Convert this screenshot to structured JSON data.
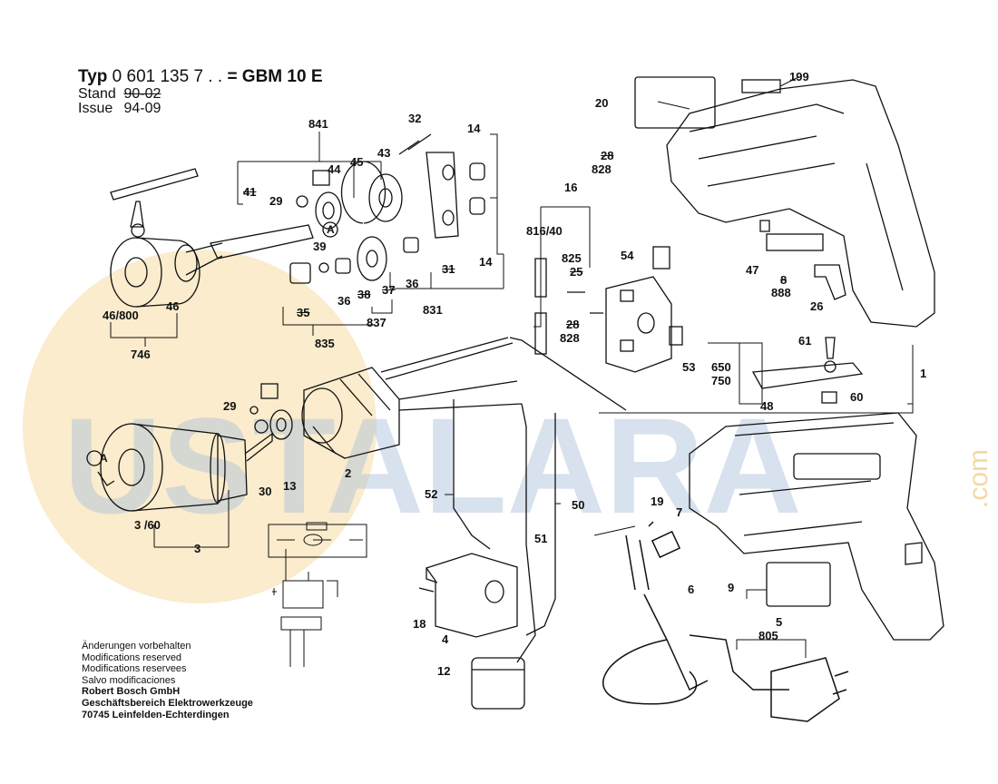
{
  "header": {
    "typ_label": "Typ",
    "typ_number": "0 601 135 7 . .",
    "equals_model": "= GBM 10 E",
    "stand_label": "Stand",
    "stand_value": "90-02",
    "issue_label": "Issue",
    "issue_value": "94-09"
  },
  "notes": {
    "lines": [
      "Änderungen vorbehalten",
      "Modifications reserved",
      "Modifications reservees",
      "Salvo modificaciones"
    ],
    "company": "Robert Bosch GmbH",
    "division": "Geschäftsbereich Elektrowerkzeuge",
    "address": "70745 Leinfelden-Echterdingen"
  },
  "watermark": {
    "text": "USTALARA",
    "domain": ".com",
    "color": "#f2c77a",
    "blue": "#9fb6d6"
  },
  "callouts": {
    "c199": "199",
    "c20": "20",
    "c28a": "28",
    "c828a": "828",
    "c47": "47",
    "c8": "8",
    "c888": "888",
    "c26": "26",
    "c841": "841",
    "c32": "32",
    "c14a": "14",
    "c14b": "14",
    "c41": "41",
    "c29a": "29",
    "c44": "44",
    "c45": "45",
    "c43": "43",
    "c39": "39",
    "c36a": "36",
    "c36b": "36",
    "c31": "31",
    "c35": "35",
    "c38": "38",
    "c37": "37",
    "c831": "831",
    "c837": "837",
    "c835": "835",
    "c46800": "46/800",
    "c46": "46",
    "c746": "746",
    "c16": "16",
    "c81640": "816/40",
    "c825": "825",
    "c25": "25",
    "c28b": "28",
    "c828b": "828",
    "c54": "54",
    "c53": "53",
    "c61": "61",
    "c650": "650",
    "c750": "750",
    "c1": "1",
    "c48": "48",
    "c60": "60",
    "c29b": "29",
    "c30": "30",
    "c13": "13",
    "c2": "2",
    "c360": "3 /60",
    "c3": "3",
    "c52": "52",
    "c50": "50",
    "c51": "51",
    "c18": "18",
    "c4": "4",
    "c12": "12",
    "c19": "19",
    "c7": "7",
    "c6": "6",
    "c9": "9",
    "c5": "5",
    "c805": "805",
    "circleA1": "A",
    "circleA2": "A"
  }
}
